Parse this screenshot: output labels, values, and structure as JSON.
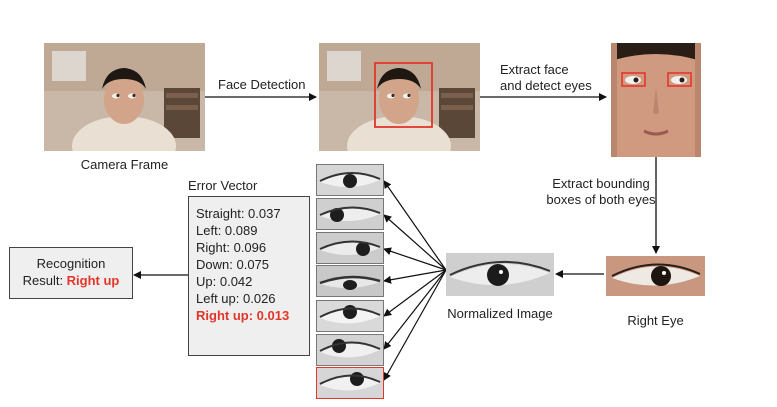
{
  "labels": {
    "camera_frame": "Camera Frame",
    "face_detection": "Face Detection",
    "extract_face_line1": "Extract face",
    "extract_face_line2": "and detect eyes",
    "extract_boxes_line1": "Extract bounding",
    "extract_boxes_line2": "boxes of both eyes",
    "right_eye": "Right Eye",
    "normalized_image": "Normalized Image",
    "error_vector_title": "Error Vector"
  },
  "error_vector": [
    {
      "label": "Straight",
      "value": "0.037",
      "highlight": false
    },
    {
      "label": "Left",
      "value": "0.089",
      "highlight": false
    },
    {
      "label": "Right",
      "value": "0.096",
      "highlight": false
    },
    {
      "label": "Down",
      "value": "0.075",
      "highlight": false
    },
    {
      "label": "Up",
      "value": "0.042",
      "highlight": false
    },
    {
      "label": "Left up",
      "value": "0.026",
      "highlight": false
    },
    {
      "label": "Right up",
      "value": "0.013",
      "highlight": true
    }
  ],
  "recognition": {
    "line1": "Recognition",
    "prefix": "Result: ",
    "value": "Right up"
  },
  "colors": {
    "highlight": "#e2362b",
    "box_fill": "#efefef",
    "arrow": "#111111"
  },
  "icons": {
    "camera_frame": "person-photo",
    "face_detection": "person-photo-with-face-box",
    "face_crop": "face-with-eye-boxes",
    "right_eye": "eye-photo",
    "normalized_image": "grayscale-eye",
    "templates": "grayscale-eye-templates"
  }
}
